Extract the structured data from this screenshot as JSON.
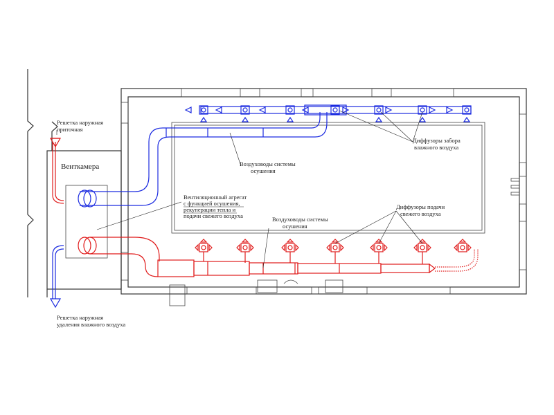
{
  "labels": {
    "intake_grille": [
      "Решетка наружная",
      "приточная"
    ],
    "exhaust_grille": [
      "Решетка наружная",
      "удаления влажного воздуха"
    ],
    "vent_chamber": "Венткамера",
    "unit": [
      "Вентиляционный агрегат",
      "с функцией осушения,",
      "рекуперации тепла и",
      "подачи свежего воздуха"
    ],
    "ducts_top": [
      "Воздуховоды системы",
      "осушения"
    ],
    "ducts_bottom": [
      "Воздуховоды системы",
      "осушения"
    ],
    "intake_diffusers": [
      "Диффузоры забора",
      "влажного воздуха"
    ],
    "supply_diffusers": [
      "Диффузоры подачи",
      "свежего воздуха"
    ]
  },
  "colors": {
    "exhaust_system": "#1a2ae0",
    "supply_system": "#e01a1a",
    "walls": "#333333"
  }
}
